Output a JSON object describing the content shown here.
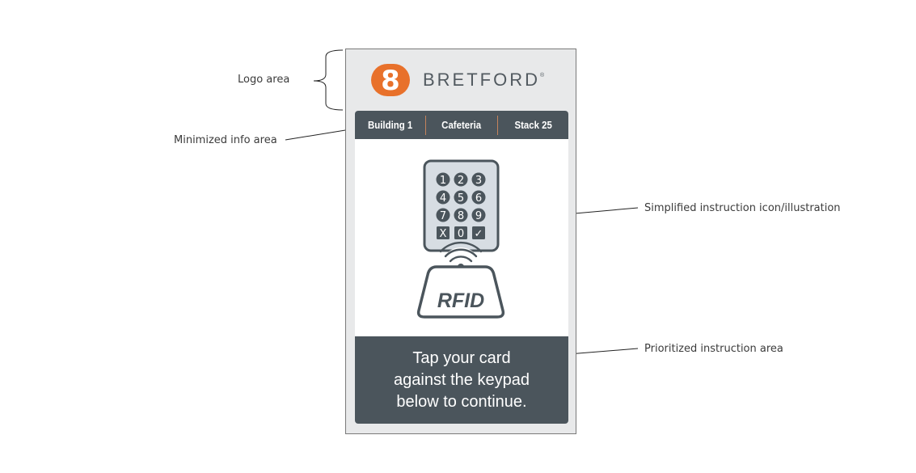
{
  "annotations": {
    "logo_area": "Logo area",
    "info_area": "Minimized info area",
    "icon_area": "Simplified instruction icon/illustration",
    "instruction_area": "Prioritized instruction area"
  },
  "brand": {
    "name": "BRETFORD",
    "trademark": "®",
    "logo_glyph": "8",
    "logo_color": "#e8712b"
  },
  "info_bar": {
    "items": [
      {
        "label": "Building 1"
      },
      {
        "label": "Cafeteria"
      },
      {
        "label": "Stack 25"
      }
    ],
    "background": "#4b555c",
    "separator_color": "#c4835c"
  },
  "keypad": {
    "keys": [
      "1",
      "2",
      "3",
      "4",
      "5",
      "6",
      "7",
      "8",
      "9",
      "X",
      "0",
      "✓"
    ],
    "reader_label": "RFID"
  },
  "instruction": {
    "lines": [
      "Tap your card",
      "against the keypad",
      "below to continue."
    ]
  }
}
